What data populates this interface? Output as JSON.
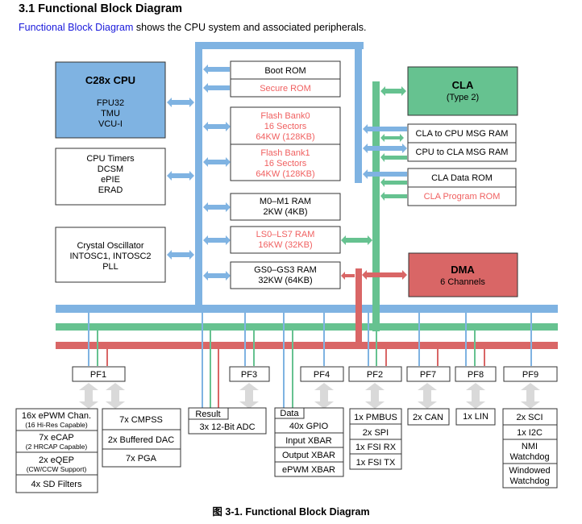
{
  "section": {
    "heading": "3.1 Functional Block Diagram",
    "intro_link": "Functional Block Diagram",
    "intro_rest": " shows the CPU system and associated peripherals."
  },
  "caption": "图 3-1. Functional Block Diagram",
  "colors": {
    "cpu_bus": "#7fb3e2",
    "cla_bus": "#66c290",
    "dma_bus": "#d96666",
    "cpu_fill": "#7fb3e2",
    "cla_fill": "#66c290",
    "dma_fill": "#d96666",
    "red_text": "#f06060",
    "connector": "#d9d9d9"
  },
  "blocks": {
    "cpu": {
      "title": "C28x CPU",
      "lines": [
        "FPU32",
        "TMU",
        "VCU-I"
      ]
    },
    "timers": {
      "lines": [
        "CPU Timers",
        "DCSM",
        "ePIE",
        "ERAD"
      ]
    },
    "osc": {
      "lines": [
        "Crystal Oscillator",
        "INTOSC1, INTOSC2",
        "PLL"
      ]
    },
    "boot_rom": "Boot ROM",
    "secure_rom": "Secure ROM",
    "flash0": [
      "Flash Bank0",
      "16 Sectors",
      "64KW (128KB)"
    ],
    "flash1": [
      "Flash Bank1",
      "16 Sectors",
      "64KW (128KB)"
    ],
    "m0m1": [
      "M0–M1 RAM",
      "2KW (4KB)"
    ],
    "ls": [
      "LS0–LS7 RAM",
      "16KW (32KB)"
    ],
    "gs": [
      "GS0–GS3 RAM",
      "32KW (64KB)"
    ],
    "cla": {
      "title": "CLA",
      "sub": "(Type 2)"
    },
    "cla_to_cpu": "CLA to CPU MSG RAM",
    "cpu_to_cla": "CPU to CLA MSG RAM",
    "cla_data_rom": "CLA Data ROM",
    "cla_prog_rom": "CLA Program ROM",
    "dma": {
      "title": "DMA",
      "sub": "6 Channels"
    }
  },
  "pf_labels": {
    "pf1": "PF1",
    "pf3": "PF3",
    "pf4": "PF4",
    "pf2": "PF2",
    "pf7": "PF7",
    "pf8": "PF8",
    "pf9": "PF9"
  },
  "peripherals": {
    "epwm": {
      "main": "16x ePWM Chan.",
      "sub": "(16 Hi-Res Capable)"
    },
    "ecap": {
      "main": "7x eCAP",
      "sub": "(2 HRCAP Capable)"
    },
    "eqep": {
      "main": "2x eQEP",
      "sub": "(CW/CCW Support)"
    },
    "sdfm": "4x SD Filters",
    "cmpss": "7x CMPSS",
    "dac": "2x Buffered DAC",
    "pga": "7x PGA",
    "adc_tag": "Result",
    "adc": "3x 12-Bit ADC",
    "gpio_tag": "Data",
    "gpio": "40x GPIO",
    "input_xbar": "Input XBAR",
    "output_xbar": "Output XBAR",
    "epwm_xbar": "ePWM XBAR",
    "pmbus": "1x PMBUS",
    "spi": "2x SPI",
    "fsi_rx": "1x FSI RX",
    "fsi_tx": "1x FSI TX",
    "can": "2x CAN",
    "lin": "1x LIN",
    "sci": "2x SCI",
    "i2c": "1x I2C",
    "nmi_wd": [
      "NMI",
      "Watchdog"
    ],
    "win_wd": [
      "Windowed",
      "Watchdog"
    ]
  }
}
